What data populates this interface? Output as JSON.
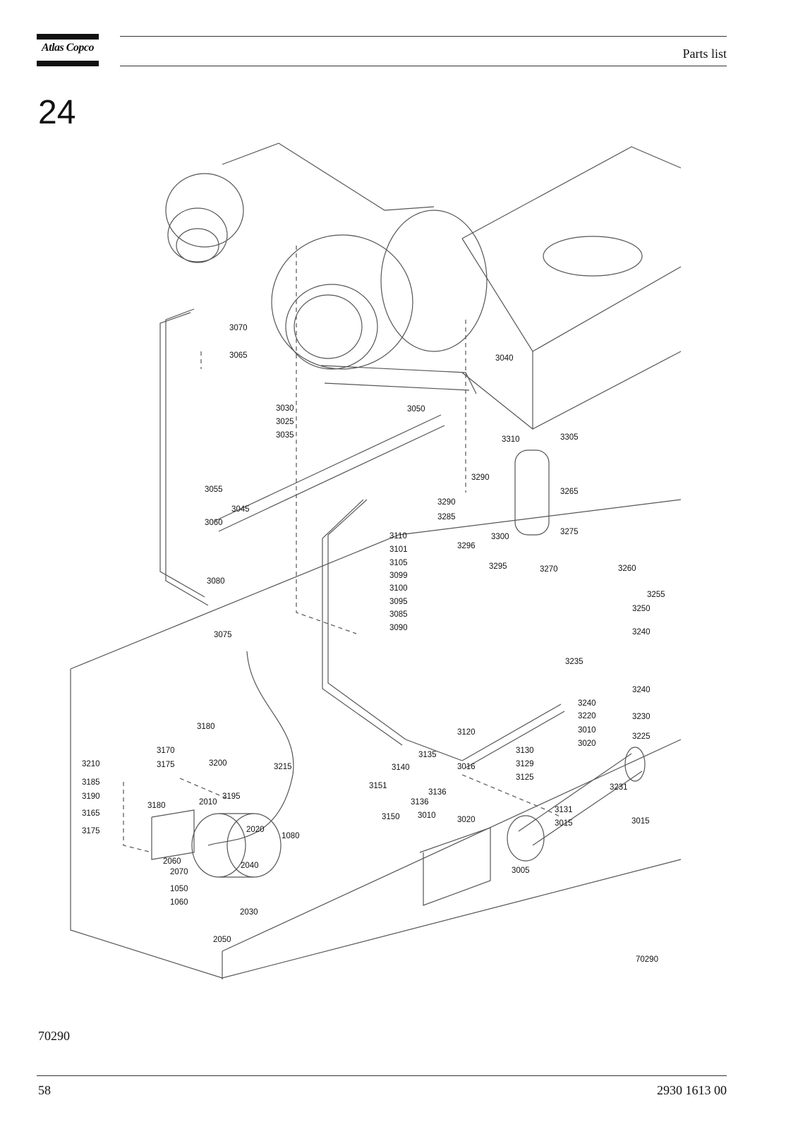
{
  "header": {
    "brand": "Atlas Copco",
    "title": "Parts list"
  },
  "section": {
    "number": "24"
  },
  "figure": {
    "ref": "70290",
    "callouts": [
      {
        "label": "3070"
      },
      {
        "label": "3065"
      },
      {
        "label": "3040"
      },
      {
        "label": "3030"
      },
      {
        "label": "3025"
      },
      {
        "label": "3035"
      },
      {
        "label": "3050"
      },
      {
        "label": "3310"
      },
      {
        "label": "3305"
      },
      {
        "label": "3055"
      },
      {
        "label": "3290"
      },
      {
        "label": "3265"
      },
      {
        "label": "3045"
      },
      {
        "label": "3290"
      },
      {
        "label": "3285"
      },
      {
        "label": "3060"
      },
      {
        "label": "3110"
      },
      {
        "label": "3275"
      },
      {
        "label": "3101"
      },
      {
        "label": "3300"
      },
      {
        "label": "3296"
      },
      {
        "label": "3105"
      },
      {
        "label": "3295"
      },
      {
        "label": "3270"
      },
      {
        "label": "3099"
      },
      {
        "label": "3260"
      },
      {
        "label": "3080"
      },
      {
        "label": "3100"
      },
      {
        "label": "3255"
      },
      {
        "label": "3095"
      },
      {
        "label": "3250"
      },
      {
        "label": "3085"
      },
      {
        "label": "3075"
      },
      {
        "label": "3090"
      },
      {
        "label": "3240"
      },
      {
        "label": "3235"
      },
      {
        "label": "3240"
      },
      {
        "label": "3240"
      },
      {
        "label": "3220"
      },
      {
        "label": "3230"
      },
      {
        "label": "3180"
      },
      {
        "label": "3010"
      },
      {
        "label": "3120"
      },
      {
        "label": "3020"
      },
      {
        "label": "3225"
      },
      {
        "label": "3170"
      },
      {
        "label": "3135"
      },
      {
        "label": "3130"
      },
      {
        "label": "3210"
      },
      {
        "label": "3200"
      },
      {
        "label": "3175"
      },
      {
        "label": "3215"
      },
      {
        "label": "3140"
      },
      {
        "label": "3016"
      },
      {
        "label": "3129"
      },
      {
        "label": "3185"
      },
      {
        "label": "3195"
      },
      {
        "label": "3151"
      },
      {
        "label": "3136"
      },
      {
        "label": "3125"
      },
      {
        "label": "3231"
      },
      {
        "label": "3190"
      },
      {
        "label": "3136"
      },
      {
        "label": "2010"
      },
      {
        "label": "3180"
      },
      {
        "label": "3010"
      },
      {
        "label": "3020"
      },
      {
        "label": "3131"
      },
      {
        "label": "3165"
      },
      {
        "label": "3150"
      },
      {
        "label": "3015"
      },
      {
        "label": "3015"
      },
      {
        "label": "2020"
      },
      {
        "label": "3175"
      },
      {
        "label": "1080"
      },
      {
        "label": "2060"
      },
      {
        "label": "2040"
      },
      {
        "label": "2070"
      },
      {
        "label": "3005"
      },
      {
        "label": "1050"
      },
      {
        "label": "1060"
      },
      {
        "label": "2030"
      },
      {
        "label": "2050"
      },
      {
        "label": "70290"
      }
    ]
  },
  "footer": {
    "figure_ref": "70290",
    "page_number": "58",
    "doc_number": "2930 1613 00"
  }
}
